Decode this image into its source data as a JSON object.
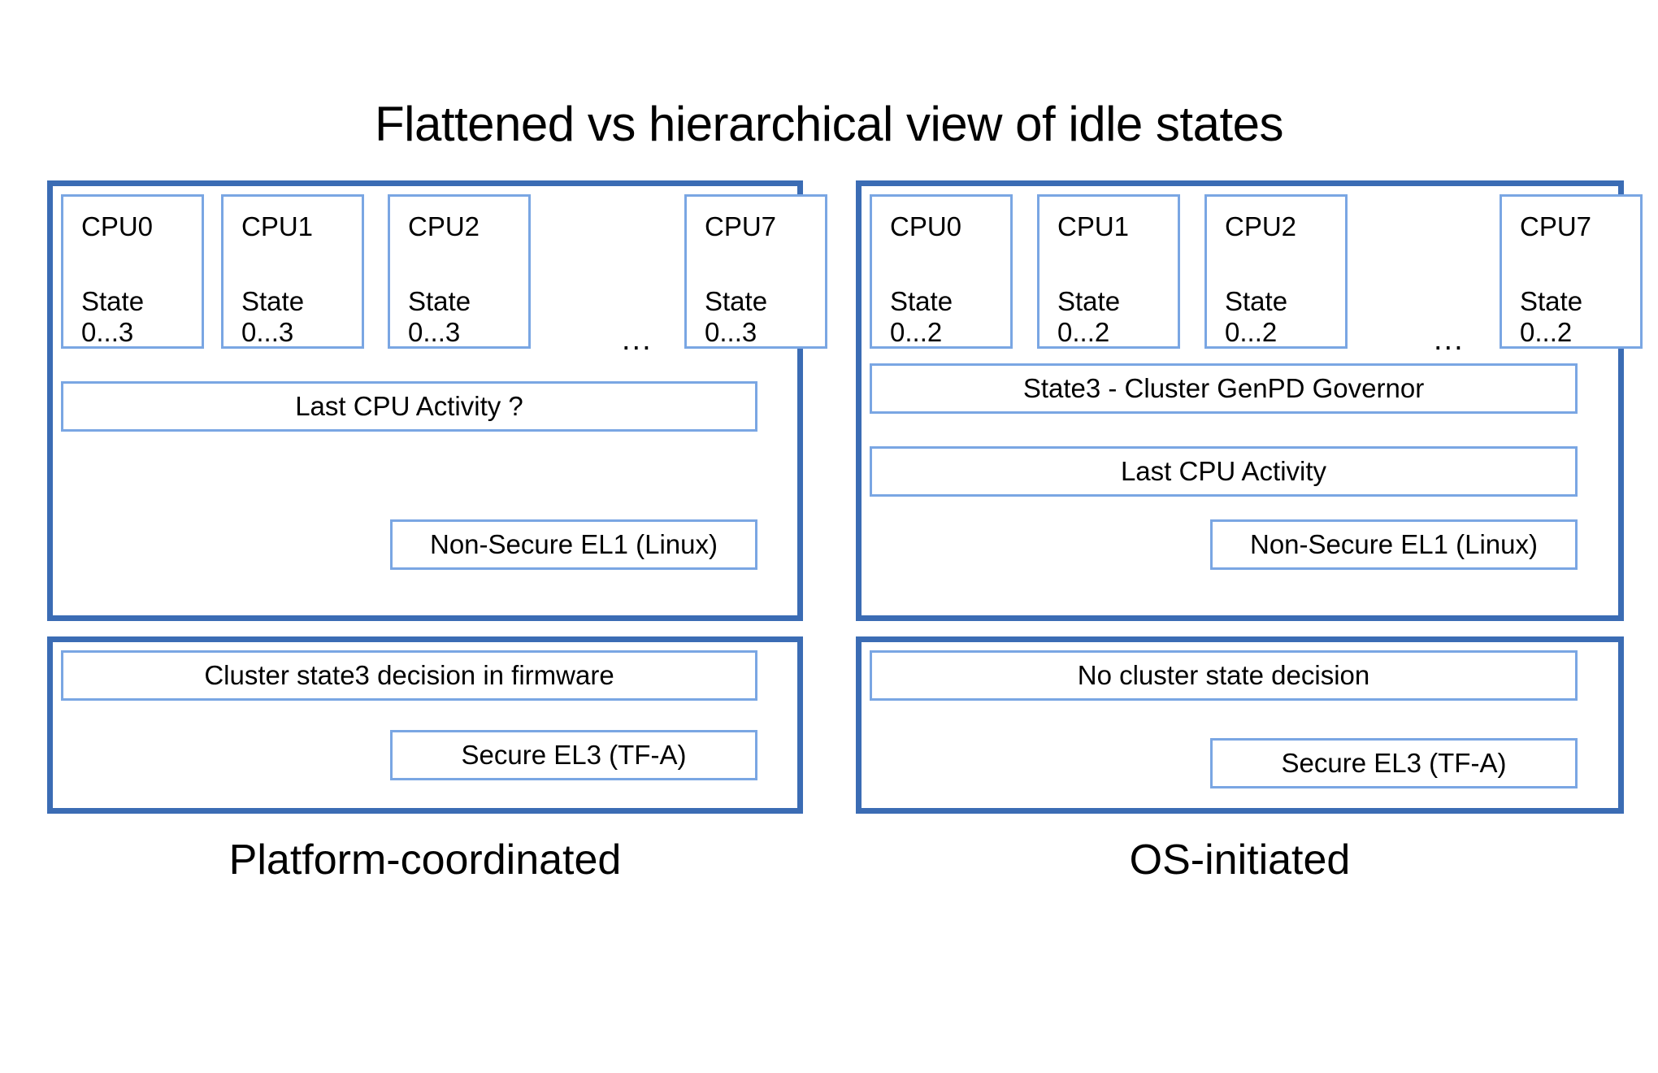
{
  "slide": {
    "title": "Flattened vs hierarchical view of idle states",
    "accent_border_color": "#3b6cb4",
    "inner_border_color": "#7aa6e3",
    "background_color": "#ffffff",
    "text_color": "#000000"
  },
  "columns": [
    {
      "id": "platform-coordinated",
      "caption": "Platform-coordinated",
      "os_panel": {
        "cpus": [
          {
            "name": "CPU0",
            "state": "State\n0...3"
          },
          {
            "name": "CPU1",
            "state": "State\n0...3"
          },
          {
            "name": "CPU2",
            "state": "State\n0...3"
          },
          {
            "name": "CPU7",
            "state": "State\n0...3"
          }
        ],
        "ellipsis": "...",
        "bars": [
          {
            "label": "Last CPU Activity ?"
          }
        ],
        "level_label": "Non-Secure EL1 (Linux)"
      },
      "fw_panel": {
        "bars": [
          {
            "label": "Cluster state3 decision in firmware"
          }
        ],
        "level_label": "Secure EL3 (TF-A)"
      }
    },
    {
      "id": "os-initiated",
      "caption": "OS-initiated",
      "os_panel": {
        "cpus": [
          {
            "name": "CPU0",
            "state": "State\n0...2"
          },
          {
            "name": "CPU1",
            "state": "State\n0...2"
          },
          {
            "name": "CPU2",
            "state": "State\n0...2"
          },
          {
            "name": "CPU7",
            "state": "State\n0...2"
          }
        ],
        "ellipsis": "...",
        "bars": [
          {
            "label": "State3 - Cluster GenPD Governor"
          },
          {
            "label": "Last CPU Activity"
          }
        ],
        "level_label": "Non-Secure EL1 (Linux)"
      },
      "fw_panel": {
        "bars": [
          {
            "label": "No cluster state decision"
          }
        ],
        "level_label": "Secure EL3 (TF-A)"
      }
    }
  ]
}
